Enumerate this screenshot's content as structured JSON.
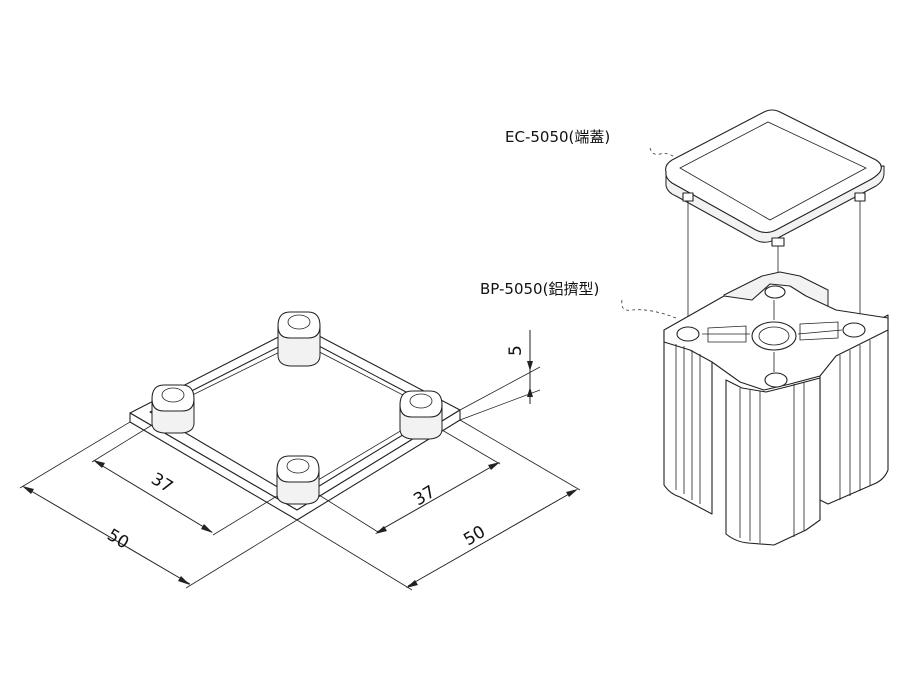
{
  "callouts": {
    "end_cap": "EC-5050(端蓋)",
    "base_plate": "BP-5050(鋁擠型)"
  },
  "dimensions": {
    "outer_left": "50",
    "inner_left": "37",
    "inner_right": "37",
    "outer_right": "50",
    "thickness": "5"
  }
}
